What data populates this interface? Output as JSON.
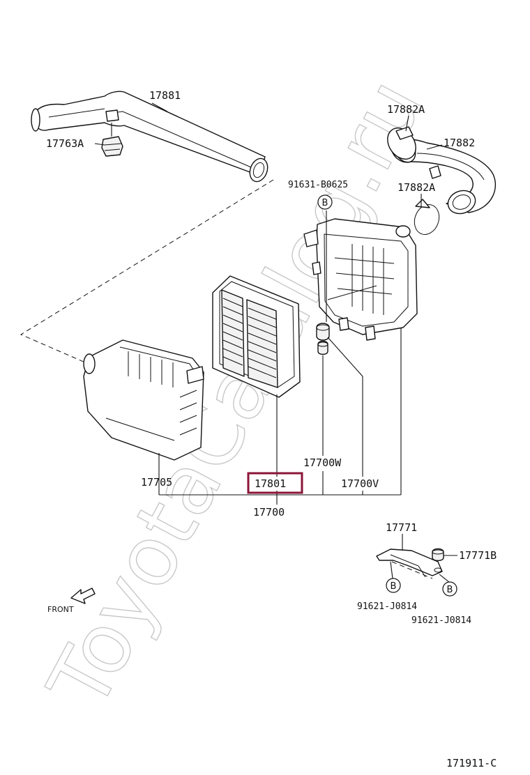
{
  "watermark": "ToyotaCatalog.ru",
  "highlight_color": "#8b1538",
  "diagram_code": "171911-C",
  "front_label": "FRONT",
  "parts": {
    "p17881": "17881",
    "p17763A": "17763A",
    "p17882A_top": "17882A",
    "p17882": "17882",
    "p17882A_bottom": "17882A",
    "p91631": "91631-B0625",
    "p17700W": "17700W",
    "p17705": "17705",
    "p17801": "17801",
    "p17700V": "17700V",
    "p17700": "17700",
    "p17771": "17771",
    "p17771B": "17771B",
    "p91621_a": "91621-J0814",
    "p91621_b": "91621-J0814"
  },
  "bolt_marker": "B"
}
